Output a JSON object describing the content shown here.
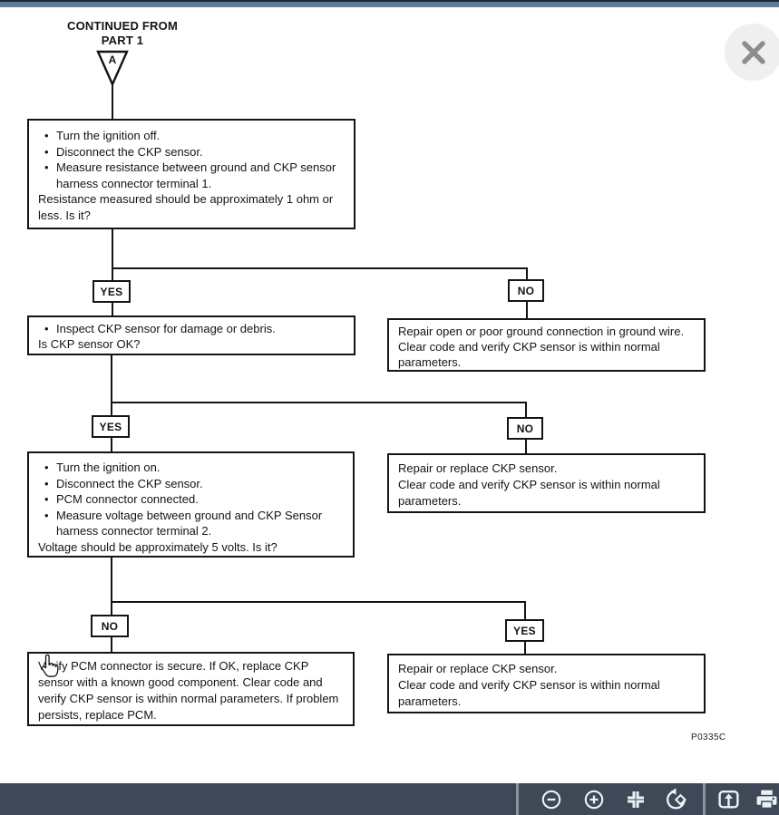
{
  "colors": {
    "top_bar": "#5e7b9b",
    "toolbar_bg": "#3e4857",
    "toolbar_icon": "#eef1f4",
    "diagram_ink": "#141414",
    "close_circle": "#efeff0",
    "close_x": "#8d8d8d"
  },
  "viewer": {
    "close_icon": "close-x",
    "toolbar_items": [
      "zoom-out",
      "zoom-in",
      "fit-to-screen",
      "rotate",
      "open-export",
      "print"
    ]
  },
  "flowchart": {
    "continued_from_line1": "CONTINUED FROM",
    "continued_from_line2": "PART 1",
    "connector_label": "A",
    "labels": {
      "yes": "YES",
      "no": "NO"
    },
    "reference_code": "P0335C",
    "boxes": {
      "step1": {
        "bullets": [
          "Turn the ignition off.",
          "Disconnect the CKP sensor.",
          "Measure resistance between ground and CKP sensor harness connector terminal 1."
        ],
        "footer": "Resistance measured should be approximately 1 ohm or less. Is it?"
      },
      "inspect": {
        "bullets": [
          "Inspect CKP sensor for damage or debris."
        ],
        "footer": "Is CKP sensor OK?"
      },
      "repair_ground": "Repair open or poor ground connection in ground wire. Clear code and verify CKP sensor is within normal parameters.",
      "step2": {
        "bullets": [
          "Turn the ignition on.",
          "Disconnect the CKP sensor.",
          "PCM connector connected.",
          "Measure voltage between ground and CKP Sensor harness connector terminal 2."
        ],
        "footer": "Voltage should be approximately 5 volts. Is it?"
      },
      "repair_replace": {
        "line1": "Repair or replace CKP sensor.",
        "line2": "Clear code and verify CKP sensor is within normal parameters."
      },
      "verify_pcm": "Verify PCM connector is secure. If OK, replace CKP sensor with a known good component. Clear code and verify CKP sensor is within normal parameters.  If problem persists, replace PCM."
    }
  }
}
